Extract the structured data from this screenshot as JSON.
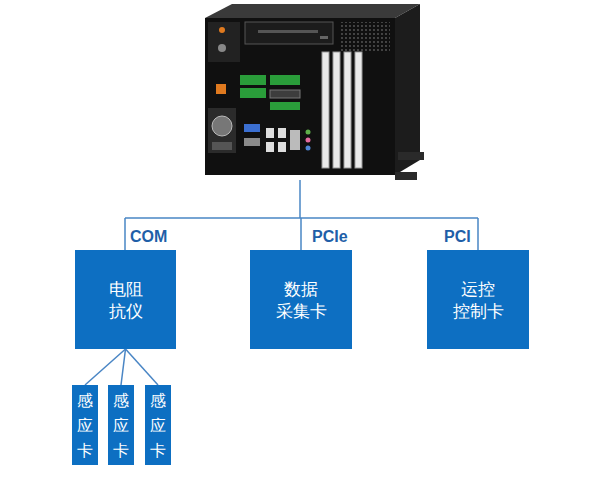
{
  "diagram": {
    "nodes": [
      {
        "text": [
          "电阻 抗仪"
        ]
      },
      {
        "text": [
          "数据 采集卡"
        ]
      },
      {
        "text": [
          "运控 控制卡"
        ]
      },
      {
        "text": [
          "感 应 卡"
        ]
      },
      {
        "text": [
          "感 应 卡"
        ]
      },
      {
        "text": [
          "感 应 卡"
        ]
      }
    ],
    "edges": [
      {
        "from": 0,
        "to": 3,
        "arrow": "none"
      },
      {
        "from": 0,
        "to": 4,
        "arrow": "none"
      },
      {
        "from": 0,
        "to": 5,
        "arrow": "none"
      }
    ],
    "labels": [
      "COM",
      "PCIe",
      "PCI"
    ]
  }
}
